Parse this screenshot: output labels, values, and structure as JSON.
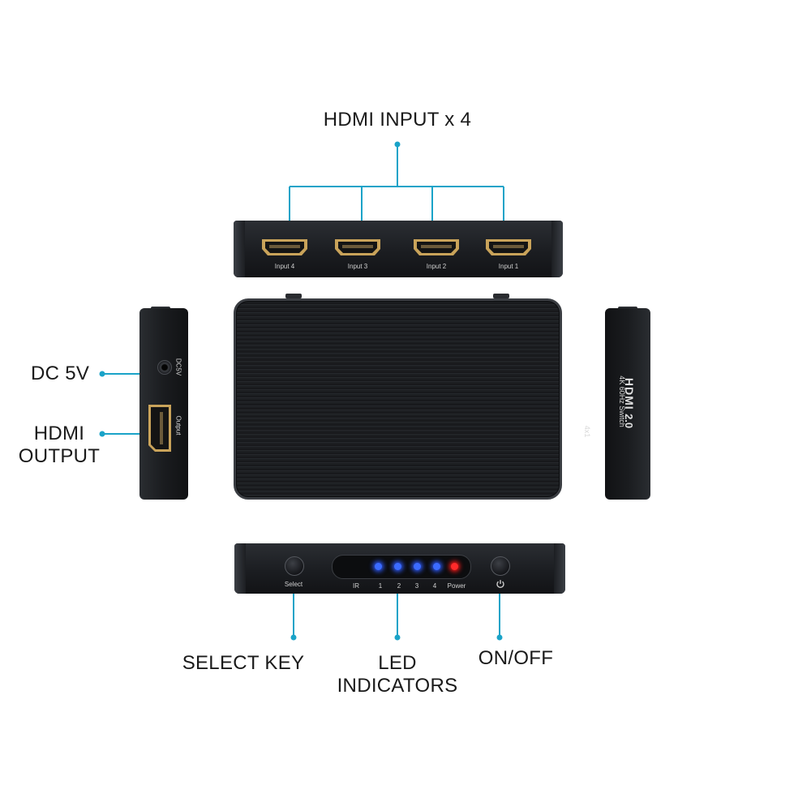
{
  "callouts": {
    "hdmi_input": "HDMI INPUT x 4",
    "dc": "DC 5V",
    "hdmi_output_line1": "HDMI",
    "hdmi_output_line2": "OUTPUT",
    "select_key": "SELECT KEY",
    "led_line1": "LED",
    "led_line2": "INDICATORS",
    "onoff": "ON/OFF"
  },
  "top_face": {
    "ports": [
      "Input 4",
      "Input 3",
      "Input 2",
      "Input 1"
    ]
  },
  "left_face": {
    "dc_label": "DC5V",
    "output_label": "Output"
  },
  "right_face": {
    "brand": "HDMI",
    "version": "2.0",
    "spec_line1": "4K 60Hz Switch",
    "spec_line2": "4x1"
  },
  "bottom_face": {
    "select_label": "Select",
    "led_labels": [
      "IR",
      "1",
      "2",
      "3",
      "4",
      "Power"
    ]
  },
  "colors": {
    "accent": "#1aa3c8",
    "led_blue": "#3b6bff",
    "led_red": "#ff2a2a",
    "port_gold": "#c9a35a"
  },
  "icons": {
    "power": "power-icon"
  }
}
